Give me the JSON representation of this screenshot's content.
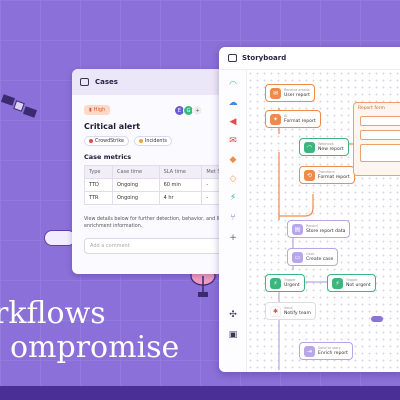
{
  "headline": {
    "line1": "rkflows",
    "line2": "ompromise"
  },
  "cases": {
    "title": "Cases",
    "priority": "High",
    "avatars": [
      "E",
      "G",
      "+"
    ],
    "alert_title": "Critical alert",
    "tags": [
      "CrowdStrike",
      "Incidents"
    ],
    "metrics_title": "Case metrics",
    "columns": [
      "Type",
      "Case time",
      "SLA time",
      "Met S"
    ],
    "rows": [
      [
        "TTD",
        "Ongoing",
        "60 min",
        "-"
      ],
      [
        "TTR",
        "Ongoing",
        "4 hr",
        "-"
      ]
    ],
    "description": "View details below for further detection, behavior, and IP enrichment information.",
    "comment_placeholder": "Add a comment"
  },
  "storyboard": {
    "title": "Storyboard",
    "report_title": "Report form",
    "nodes": [
      {
        "kind": "Receive emails",
        "label": "User report"
      },
      {
        "kind": "AI",
        "label": "Format report"
      },
      {
        "kind": "Webhook",
        "label": "New report"
      },
      {
        "kind": "Transform",
        "label": "Format report"
      },
      {
        "kind": "Record",
        "label": "Store report data"
      },
      {
        "kind": "Case",
        "label": "Create case"
      },
      {
        "kind": "Trigger",
        "label": "Urgent"
      },
      {
        "kind": "Trigger",
        "label": "Not urgent"
      },
      {
        "kind": "Send",
        "label": "Notify team"
      },
      {
        "kind": "Send to story",
        "label": "Enrich report"
      }
    ]
  },
  "colors": {
    "background": "#8a70d8",
    "orange": "#f08a4b",
    "green": "#3bb77e",
    "purple": "#8b74d6",
    "accent_red": "#e5484d"
  }
}
